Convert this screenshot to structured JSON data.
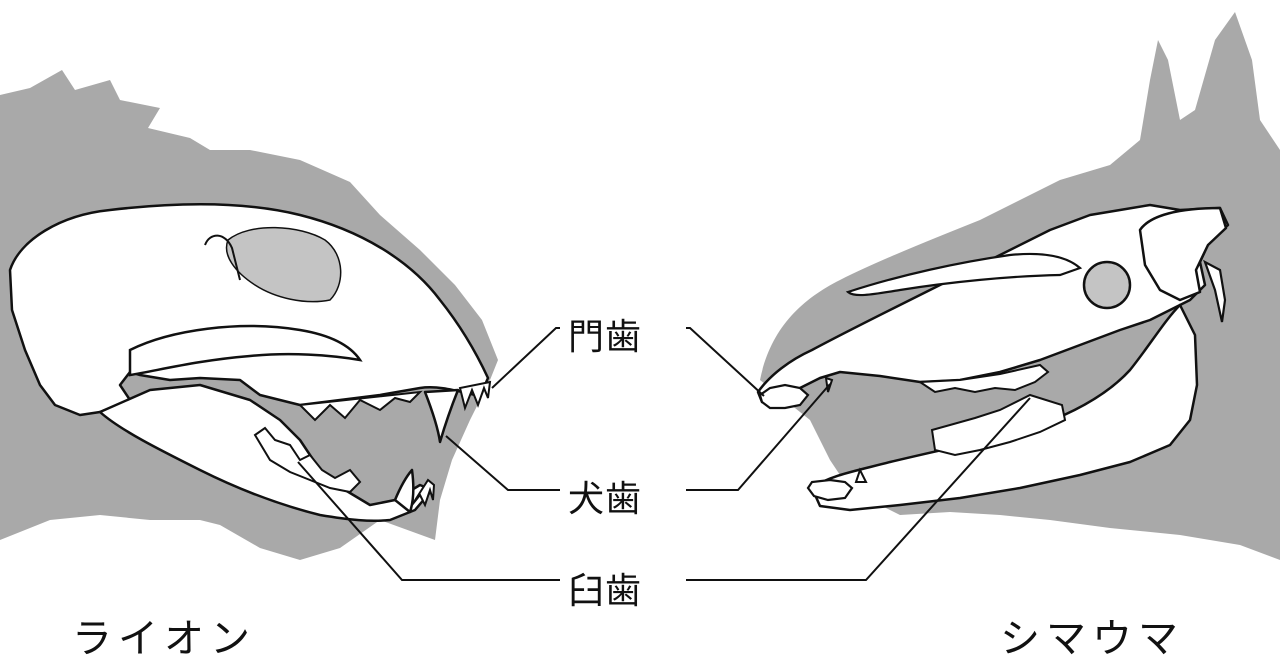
{
  "labels": {
    "incisor": "門歯",
    "canine": "犬歯",
    "molar": "臼歯"
  },
  "animals": {
    "lion": "ライオン",
    "zebra": "シマウマ"
  },
  "colors": {
    "silhouette": "#a9a9a9",
    "bone": "#ffffff",
    "outline": "#111111",
    "eye": "#c4c4c4"
  }
}
